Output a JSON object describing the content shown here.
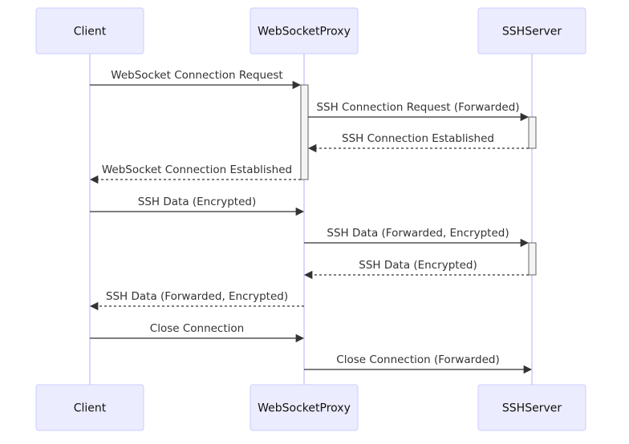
{
  "participants": [
    {
      "id": "client",
      "label": "Client"
    },
    {
      "id": "proxy",
      "label": "WebSocketProxy"
    },
    {
      "id": "server",
      "label": "SSHServer"
    }
  ],
  "messages": [
    {
      "from": "client",
      "to": "proxy",
      "label": "WebSocket Connection Request",
      "style": "solid"
    },
    {
      "from": "proxy",
      "to": "server",
      "label": "SSH Connection Request (Forwarded)",
      "style": "solid"
    },
    {
      "from": "server",
      "to": "proxy",
      "label": "SSH Connection Established",
      "style": "dashed"
    },
    {
      "from": "proxy",
      "to": "client",
      "label": "WebSocket Connection Established",
      "style": "dashed"
    },
    {
      "from": "client",
      "to": "proxy",
      "label": "SSH Data (Encrypted)",
      "style": "solid"
    },
    {
      "from": "proxy",
      "to": "server",
      "label": "SSH Data (Forwarded, Encrypted)",
      "style": "solid"
    },
    {
      "from": "server",
      "to": "proxy",
      "label": "SSH Data (Encrypted)",
      "style": "dashed"
    },
    {
      "from": "proxy",
      "to": "client",
      "label": "SSH Data (Forwarded, Encrypted)",
      "style": "dashed"
    },
    {
      "from": "client",
      "to": "proxy",
      "label": "Close Connection",
      "style": "solid"
    },
    {
      "from": "proxy",
      "to": "server",
      "label": "Close Connection (Forwarded)",
      "style": "solid"
    }
  ],
  "activations": [
    {
      "participant": "proxy",
      "from_message": 0,
      "to_message": 3
    },
    {
      "participant": "server",
      "from_message": 1,
      "to_message": 2
    },
    {
      "participant": "server",
      "from_message": 5,
      "to_message": 6
    }
  ],
  "colors": {
    "actor_fill": "#ECECFF",
    "actor_border": "#CCCCFF",
    "lifeline": "#CCCCFF",
    "arrow": "#333333",
    "activation_fill": "#F4F4F4",
    "activation_border": "#666666"
  }
}
